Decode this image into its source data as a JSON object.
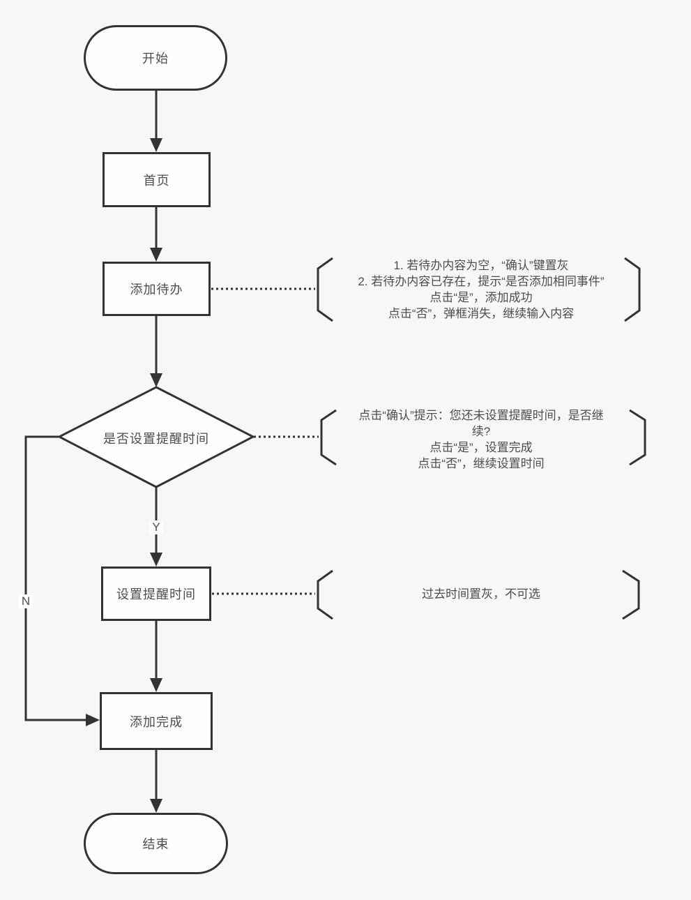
{
  "colors": {
    "background": "#f7f7f7",
    "node_fill": "#fefefe",
    "stroke": "#333333",
    "text": "#4d4d4d"
  },
  "nodes": {
    "start": {
      "label": "开始",
      "type": "terminator"
    },
    "home": {
      "label": "首页",
      "type": "process"
    },
    "add_todo": {
      "label": "添加待办",
      "type": "process"
    },
    "decision": {
      "label": "是否设置提醒时间",
      "type": "decision"
    },
    "set_time": {
      "label": "设置提醒时间",
      "type": "process"
    },
    "done": {
      "label": "添加完成",
      "type": "process"
    },
    "end": {
      "label": "结束",
      "type": "terminator"
    }
  },
  "branches": {
    "yes": "Y",
    "no": "N"
  },
  "annotations": [
    {
      "target": "add_todo",
      "lines": [
        "1. 若待办内容为空，“确认”键置灰",
        "2. 若待办内容已存在，提示“是否添加相同事件”",
        "点击“是”，添加成功",
        "点击“否”，弹框消失，继续输入内容"
      ]
    },
    {
      "target": "decision",
      "lines": [
        "点击“确认”提示：您还未设置提醒时间，是否继",
        "续?",
        "点击“是”，设置完成",
        "点击“否”，继续设置时间"
      ]
    },
    {
      "target": "set_time",
      "lines": [
        "过去时间置灰，不可选"
      ]
    }
  ]
}
